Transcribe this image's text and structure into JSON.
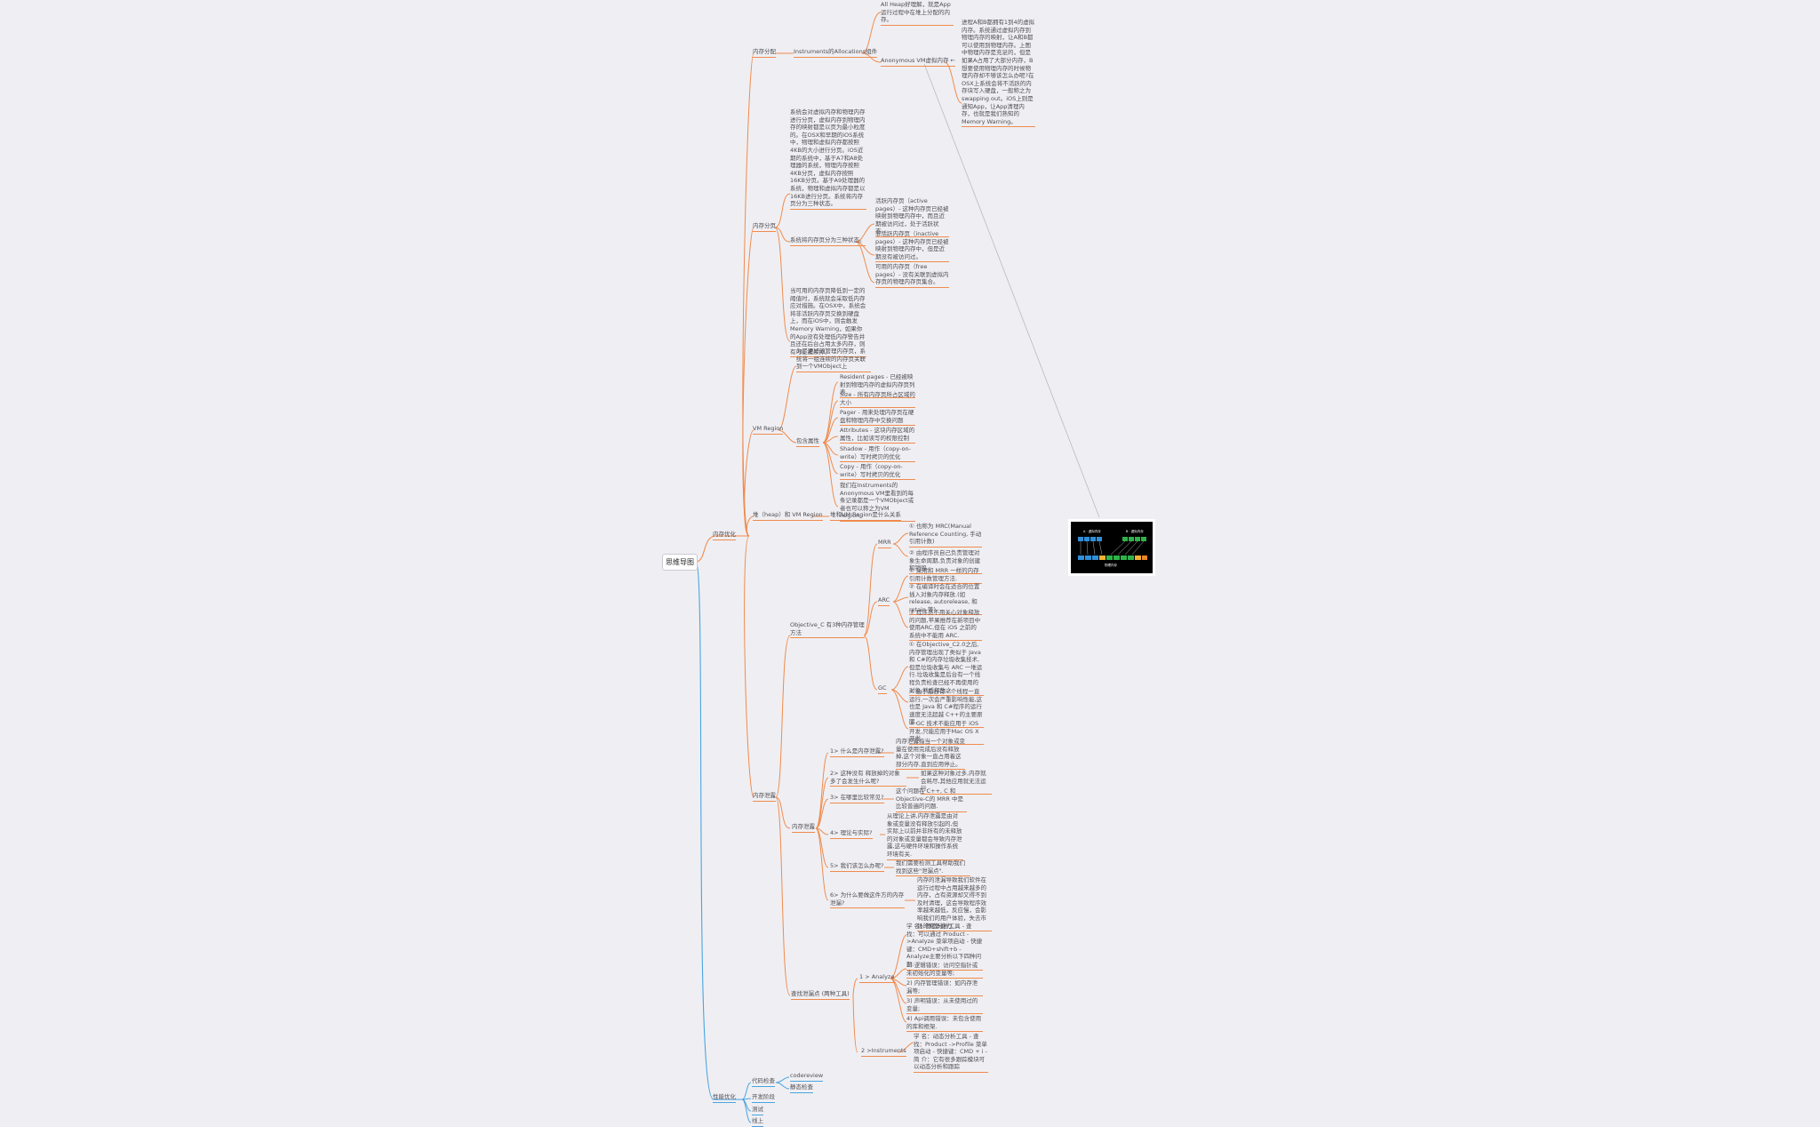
{
  "root": "思维导图",
  "branch_main": "内存优化",
  "branch_perf": "性能优化",
  "alloc": {
    "title": "内存分配",
    "tool": "Instruments的Allocations组件",
    "all_heap": "All Heap好理解，就是App运行过程中在堆上分配的内存。",
    "anon_vm": "Anonymous VM虚拟内存 ←",
    "anon_desc": "进程A和B都拥有1到4的虚拟内存。系统通过虚拟内存到物理内存的映射，让A和B都可以使用到物理内存。上图中物理内存是充足的，但是如果A占用了大部分内存，B想要使用物理内存的时候物理内存却不够该怎么办呢?在OSX上系统会将不活跃的内存块写入硬盘，一般称之为swapping out。iOS上则是通知App，让App清理内存，也就是我们熟知的Memory Warning。"
  },
  "page": {
    "title": "内存分页",
    "desc": "系统会对虚拟内存和物理内存进行分页，虚拟内存到物理内存的映射都是以页为最小粒度的。在OSX和早期的iOS系统中，物理和虚拟内存都按照4KB的大小进行分页。iOS近期的系统中，基于A7和A8处理器的系统，物理内存按照4KB分页，虚拟内存按照16KB分页。基于A9处理器的系统，物理和虚拟内存都是以16KB进行分页。系统将内存页分为三种状态。",
    "three_states": "系统将内存页分为三种状态。",
    "active": "活跃内存页（active pages）- 这种内存页已经被映射到物理内存中，而且近期被访问过，处于活跃状态。",
    "inactive": "非活跃内存页（inactive pages）- 这种内存页已经被映射到物理内存中，但是近期没有被访问过。",
    "free": "可用的内存页（free pages）- 没有关联到虚拟内存页的物理内存页集合。",
    "warning": "当可用的内存页降低到一定的阈值时，系统就会采取低内存应对措施。在OSX中，系统会将非活跃内存页交换到硬盘上，而在iOS中，则会触发Memory Warning，如果你的App没有处理低内存警告并且还在后台占用太多内存，则有可能被杀掉。"
  },
  "vmregion": {
    "title": "VM Region",
    "intro": "为了更好的管理内存页，系统将一组连续的内存页关联到一个VMObject上",
    "attrs_title": "包含属性",
    "attrs": [
      "Resident pages - 已经被映射到物理内存的虚拟内存页列表",
      "Size - 所有内存页所占区域的大小",
      "Pager - 用来处理内存页在硬盘和物理内存中交换问题",
      "Attributes - 这块内存区域的属性，比如读写的权限控制",
      "Shadow - 用作（copy-on-write）写时拷贝的优化",
      "Copy - 用作（copy-on-write）写时拷贝的优化"
    ],
    "anon_note": "我们在Instruments的Anonymous VM里看到的每条记录都是一个VMObject或者也可以称之为VM Region。"
  },
  "heap_vm": {
    "title": "堆（heap）和 VM Region",
    "desc": "堆和VM Region是什么关系"
  },
  "manage": {
    "title": "内存泄露",
    "objc": "Objective_C 有3种内存管理方法",
    "mrr": "MRR",
    "mrr_items": [
      "① 也称为 MRC(Manual Reference Counting, 手动引用计数)",
      "② 由程序员自己负责管理对象生命周期,负责对象的创建和销毁."
    ],
    "arc": "ARC",
    "arc_items": [
      "① 采用和 MRR 一样的内存引用计数管理方法.",
      "② 在编译时会在适合的位置插入对象内存释放.(如 release, autorelease, 和 retain 等)",
      "③ 程序员不用关心对象释放的问题,苹果推荐在新项目中使用ARC,但在 iOS 之前的系统中不能用 ARC."
    ],
    "gc": "GC",
    "gc_items": [
      "① 在Objective_C2.0之后,内存管理出现了类似于 Java 和 C#的内存垃圾收集技术,但是垃圾收集与 ARC 一堆运行.垃圾收集是后台有一个线程负责检查已经不再使用的对象,然后释放之.",
      "② 由于后台有一个线程一直运行,一次会严重影响性能,这也是 Java 和 C#程序的运行速度无法超越 C++的主要原因.",
      "③ GC 技术不能应用于 iOS 开发,只能应用于Mac OS X 开发."
    ],
    "leak_title": "内存泄露",
    "qa": [
      {
        "q": "1> 什么是内存泄露?",
        "a": "内存泄露指当一个对象或变量在使用完成后没有释放掉,这个对象一直占用着这部分内存,直到应用停止。"
      },
      {
        "q": "2> 这种没有 释放掉的对象 多了会发生什么呢?",
        "a": "如果这种对象过多,内存就会耗尽,其他应用就无法运行."
      },
      {
        "q": "3> 在哪里比较常见?",
        "a": "这个问题在 C++, C 和 Objective-C的 MRR 中是比较普遍的问题."
      },
      {
        "q": "4> 理论与实际?",
        "a": "从理论上讲,内存泄露是由对象或变量没有释放引起的,但实际上以前并非所有的未释放的对象或变量都会导致内存泄露,这与硬件环境和操作系统环境有关."
      },
      {
        "q": "5> 我们该怎么办呢?",
        "a": "我们需要检测工具帮助我们找到这些\"泄漏点\"."
      },
      {
        "q": "6> 为什么要做这件方的内存泄漏?",
        "a": "内存的泄漏导致我们软件在运行过程中占用越来越多的内存，占有资源却又得不到及时清理，这会导致程序效率越来越低，反应慢，会影响我们的用户体验，失去市场的竞争能力."
      }
    ],
    "tools_title": "查找泄漏点 (两种工具)",
    "analyze": "1 > Analyze",
    "analyze_items": [
      "学 名：静态分析工具 - 查 找：可以通过 Product ->Analyze 菜单项启动 - 快捷键：CMD+shift+b - Analyze主要分析以下四种问题:",
      "1) 逻辑错误：访问空指针或未初始化的变量等;",
      "2) 内存管理错误：如内存泄漏等;",
      "3) 声明错误：从未使用过的变量;",
      "4) Api调用错误：未包含使用的库和框架."
    ],
    "instruments": "2 >Instruments",
    "instruments_desc": "学 名：动态分析工具 - 查 找：Product ->Profile 菜单项启动 - 快捷键：CMD + i - 简 介：它有很多跟踪模块可以动态分析和跟踪"
  },
  "perf": {
    "code_review": "代码检查",
    "code_review_items": [
      "codereview",
      "静态检查"
    ],
    "items": [
      "开发阶段",
      "测试",
      "线上"
    ]
  },
  "figure": {
    "label_a": "A · 虚拟内存",
    "label_b": "B · 虚拟内存",
    "label_phys": "物理内存"
  }
}
